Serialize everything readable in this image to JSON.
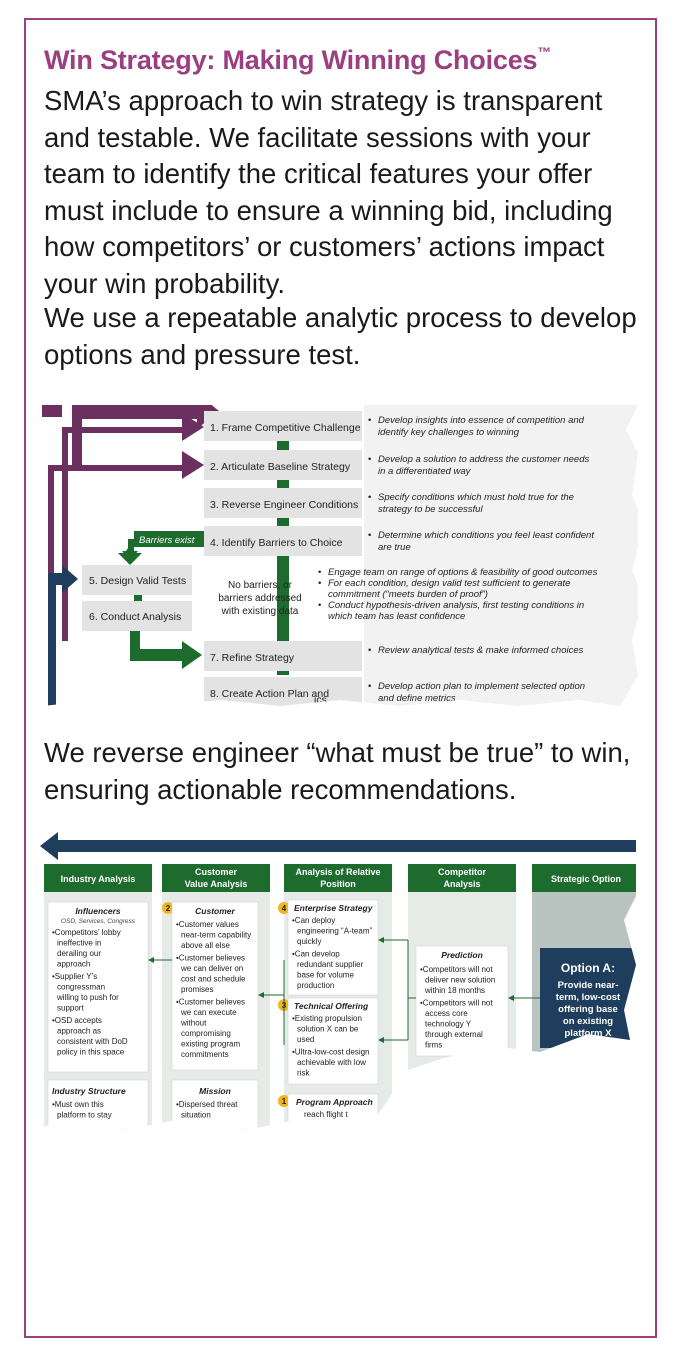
{
  "heading": {
    "title": "Win Strategy: Making Winning Choices",
    "trademark": "™"
  },
  "paragraph_1": "SMA’s approach to win strategy is transparent and testable. We facilitate sessions with your team to identify the critical features your offer must include to ensure a winning bid, including how competitors’ or customers’ actions impact your win probability.",
  "paragraph_2": "We use a repeatable analytic process to develop options and pressure test.",
  "paragraph_3": "We reverse engineer “what must be true” to win, ensuring actionable recommendations.",
  "colors": {
    "accent_purple": "#9b3f80",
    "arrow_purple": "#6b2f60",
    "green": "#1e6b2e",
    "navy": "#1f3d5c",
    "box_gray": "#e3e3e3"
  },
  "process_figure": {
    "steps": [
      {
        "label": "1. Frame Competitive Challenge",
        "lines": [
          "Develop insights into essence of competition and",
          "identify key challenges to winning"
        ]
      },
      {
        "label": "2. Articulate Baseline Strategy",
        "lines": [
          "Develop a solution to address the customer needs",
          "in a differentiated way"
        ]
      },
      {
        "label": "3. Reverse Engineer Conditions",
        "lines": [
          "Specify conditions which must hold true for the",
          "strategy to be successful"
        ]
      },
      {
        "label": "4. Identify Barriers to Choice",
        "lines": [
          "Determine which conditions you feel least confident",
          "are true"
        ]
      },
      {
        "label": "7. Refine Strategy",
        "lines": [
          "Review analytical tests & make informed choices"
        ]
      },
      {
        "label": "8. Create Action Plan and",
        "lines": [
          "Develop action plan to implement selected option",
          "and define metrics"
        ]
      }
    ],
    "barriers_label": "Barriers exist",
    "step5": "5. Design Valid Tests",
    "step6": "6. Conduct Analysis",
    "no_barriers": [
      "No barriers, or",
      "barriers addressed",
      "with existing data"
    ],
    "analysis_bullets": [
      [
        "Engage team on range of options & feasibility of good outcomes"
      ],
      [
        "For each condition, design valid test sufficient to generate",
        "commitment (“meets burden of proof”)"
      ],
      [
        "Conduct hypothesis-driven analysis, first testing conditions in",
        "which team has least confidence"
      ]
    ],
    "truncated_suffix": "ics"
  },
  "analysis_figure": {
    "columns": [
      {
        "header": [
          "Industry Analysis"
        ]
      },
      {
        "header": [
          "Customer",
          "Value Analysis"
        ]
      },
      {
        "header": [
          "Analysis of Relative",
          "Position"
        ]
      },
      {
        "header": [
          "Competitor",
          "Analysis"
        ]
      },
      {
        "header": [
          "Strategic Option"
        ]
      }
    ],
    "industry": {
      "influencers_title": "Influencers",
      "influencers_sub": "OSD, Services, Congress",
      "influencers_bullets": [
        [
          "Competitors’ lobby",
          "ineffective in",
          "derailing our",
          "approach"
        ],
        [
          "Supplier Y’s",
          "congressman",
          "willing to push for",
          "support"
        ],
        [
          "OSD accepts",
          "approach as",
          "consistent with DoD",
          "policy in this space"
        ]
      ],
      "structure_title": "Industry Structure",
      "structure_bullets": [
        [
          "Must own this",
          "platform to stay"
        ]
      ]
    },
    "customer": {
      "badge": "2",
      "title": "Customer",
      "bullets": [
        [
          "Customer values",
          "near-term capability",
          "above all else"
        ],
        [
          "Customer believes",
          "we can deliver on",
          "cost and schedule",
          "promises"
        ],
        [
          "Customer believes",
          "we can execute",
          "without",
          "compromising",
          "existing program",
          "commitments"
        ]
      ],
      "mission_title": "Mission",
      "mission_bullets": [
        [
          "Dispersed threat",
          "situation"
        ]
      ]
    },
    "relative": {
      "enterprise_badge": "4",
      "enterprise_title": "Enterprise Strategy",
      "enterprise_bullets": [
        [
          "Can deploy",
          "engineering “A-team”",
          "quickly"
        ],
        [
          "Can develop",
          "redundant supplier",
          "base for volume",
          "production"
        ]
      ],
      "technical_badge": "3",
      "technical_title": "Technical Offering",
      "technical_bullets": [
        [
          "Existing propulsion",
          "solution X can be",
          "used"
        ],
        [
          "Ultra-low-cost design",
          "achievable with low",
          "risk"
        ]
      ],
      "program_badge": "1",
      "program_title": "Program Approach",
      "program_fragment": "reach flight t"
    },
    "competitor": {
      "title": "Prediction",
      "bullets": [
        [
          "Competitors will not",
          "deliver new solution",
          "within 18 months"
        ],
        [
          "Competitors will not",
          "access core",
          "technology Y",
          "through external",
          "firms"
        ]
      ]
    },
    "option": {
      "title": "Option A:",
      "lines": [
        "Provide near-",
        "term, low-cost",
        "offering base",
        "on existing",
        "platform X"
      ]
    }
  }
}
